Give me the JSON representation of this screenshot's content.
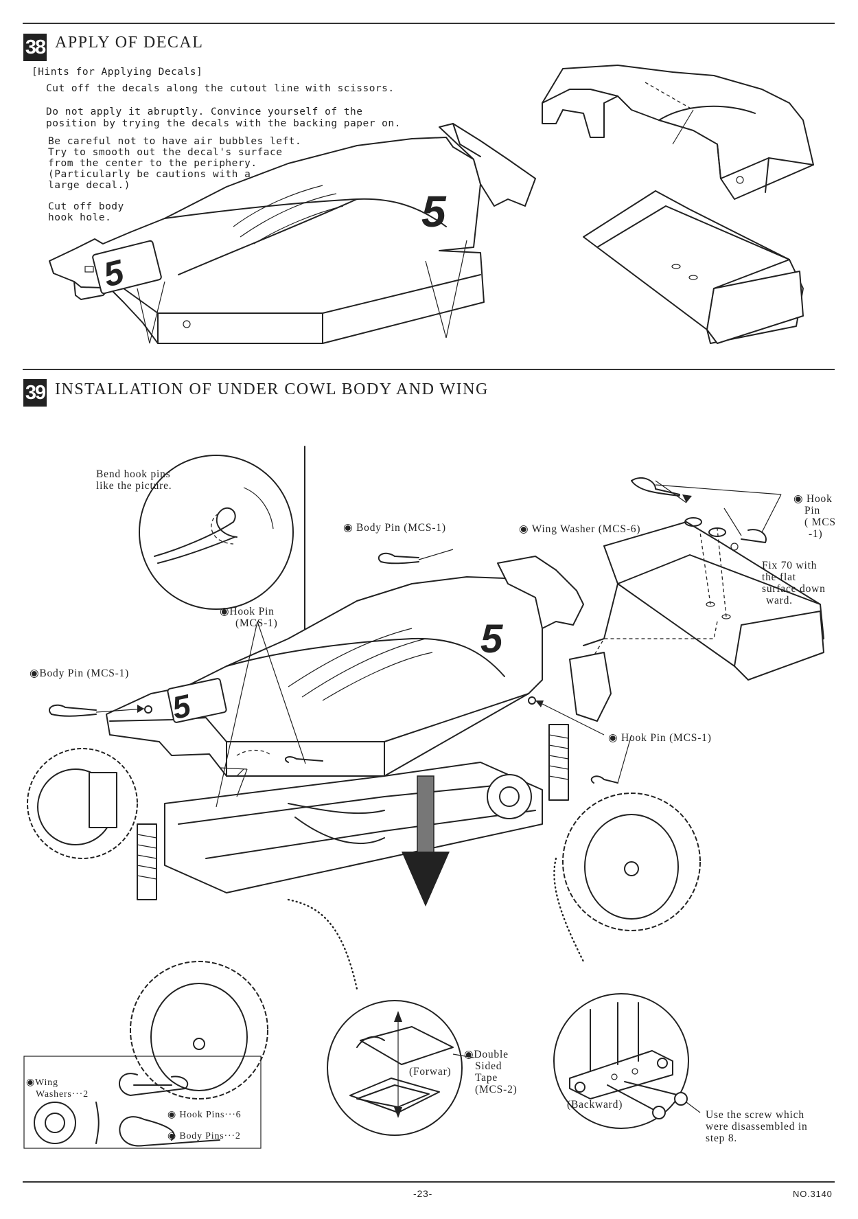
{
  "step38": {
    "number": "38",
    "title": "APPLY OF DECAL",
    "hints_heading": "[Hints for Applying Decals]",
    "hint1": "Cut off the decals along the cutout line with scissors.",
    "hint2_l1": "Do not apply it abruptly. Convince yourself of the",
    "hint2_l2": "position by trying the decals with the backing paper on.",
    "hint3_l1": "Be careful not to have air bubbles left.",
    "hint3_l2": "Try to smooth out the decal's surface",
    "hint3_l3": "from the center to the periphery.",
    "hint3_l4": "(Particularly be cautions with a",
    "hint3_l5": "large decal.)",
    "hint4_l1": "Cut off body",
    "hint4_l2": "hook hole.",
    "decal_number": "5"
  },
  "step39": {
    "number": "39",
    "title": "INSTALLATION OF UNDER COWL BODY AND WING",
    "bend_l1": "Bend hook pins",
    "bend_l2": "like the picture.",
    "body_pin_top": "Body Pin (MCS-1)",
    "body_pin_left": "Body Pin (MCS-1)",
    "hook_pin_l1": "Hook Pin",
    "hook_pin_l2": "(MCS-1)",
    "wing_washer": "Wing Washer (MCS-6)",
    "hook_pin_r_l1": "Hook",
    "hook_pin_r_l2": "Pin",
    "hook_pin_r_l3": "( MCS",
    "hook_pin_r_l4": "-1)",
    "fix_l1": "Fix 70 with",
    "fix_l2": "the flat",
    "fix_l3": "surface down",
    "fix_l4": "ward.",
    "hook_pin_mid": "Hook Pin (MCS-1)",
    "tape_l1": "Double",
    "tape_l2": "Sided",
    "tape_l3": "Tape",
    "tape_l4": "(MCS-2)",
    "forward": "(Forwar)",
    "backward": "(Backward)",
    "screw_l1": "Use the screw which",
    "screw_l2": "were disassembled in",
    "screw_l3": "step 8.",
    "decal_number": "5",
    "parts": {
      "wing_washers_l1": "Wing",
      "wing_washers_l2": "Washers···2",
      "hook_pins": "Hook Pins···6",
      "body_pins": "Body Pins···2"
    }
  },
  "footer": {
    "page": "-23-",
    "doc_no": "NO.3140"
  }
}
